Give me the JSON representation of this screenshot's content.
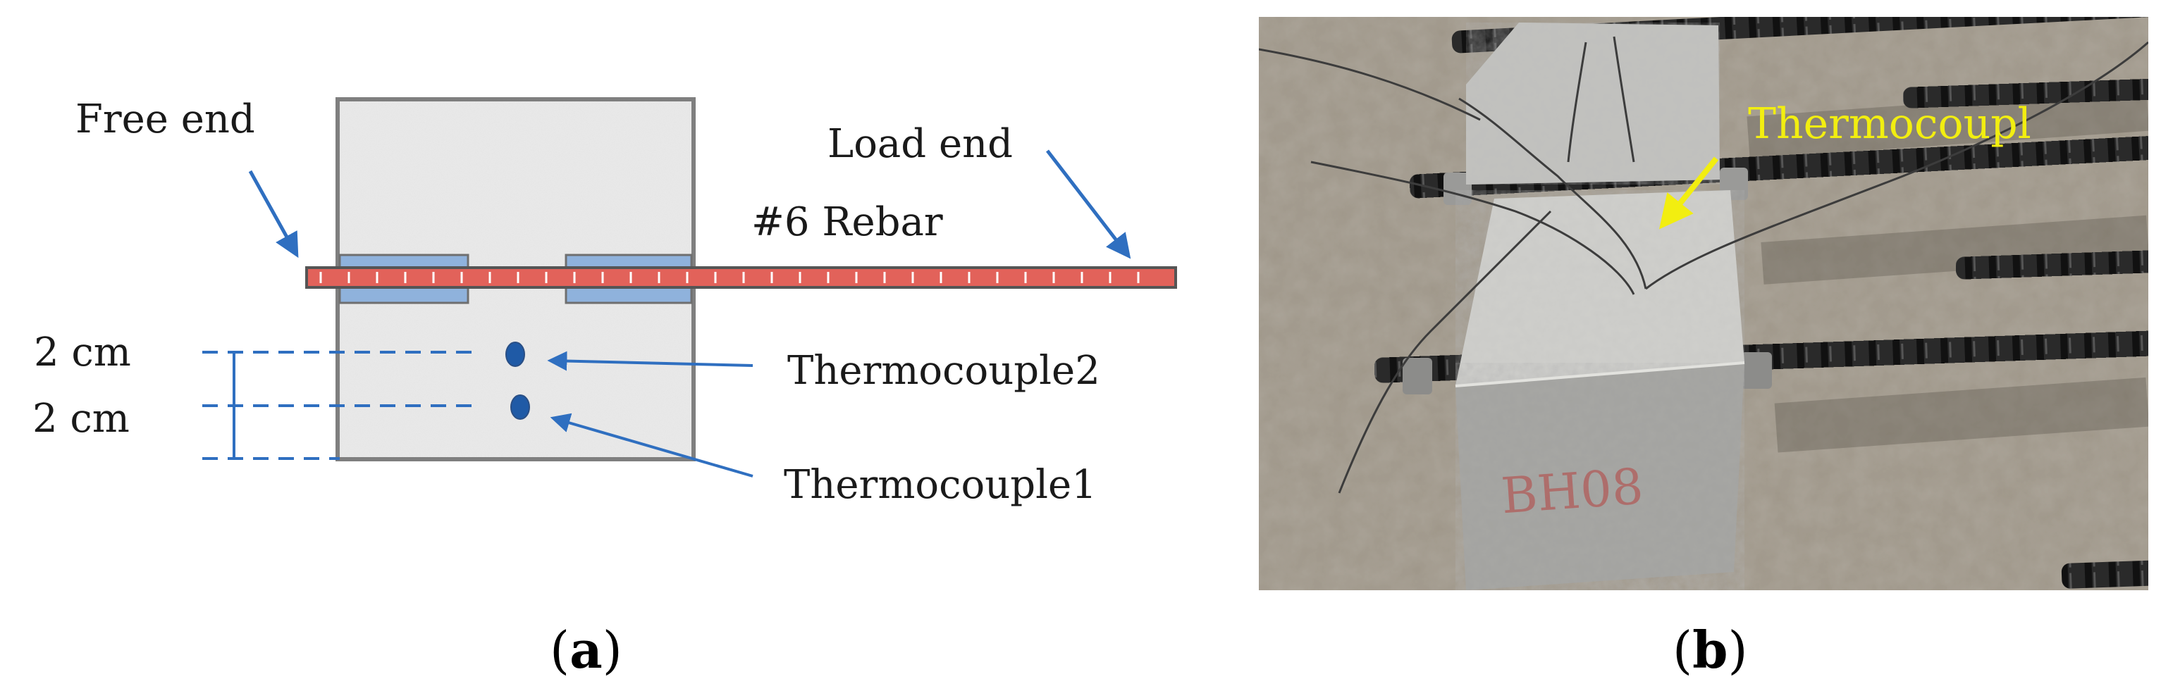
{
  "panel_a": {
    "labels": {
      "free_end": "Free end",
      "load_end": "Load end",
      "rebar": "#6 Rebar",
      "dim_top": "2 cm",
      "dim_bottom": "2 cm",
      "thermocouple_2": "Thermocouple2",
      "thermocouple_1": "Thermocouple1"
    },
    "caption": {
      "open": "(",
      "letter": "a",
      "close": ")"
    }
  },
  "panel_b": {
    "photo_label": "Thermocoupl",
    "block_marking": "BH08",
    "caption": {
      "open": "(",
      "letter": "b",
      "close": ")"
    }
  },
  "colors": {
    "arrow_blue": "#2f6fc0",
    "dash_blue": "#2f6fc0",
    "rebar_red": "#e2625a",
    "sleeve_blue": "#8fb2dc",
    "thermocouple_dot": "#1f5aa6",
    "photo_arrow_yellow": "#f2ee10",
    "block_outline": "#7f7f7f"
  }
}
